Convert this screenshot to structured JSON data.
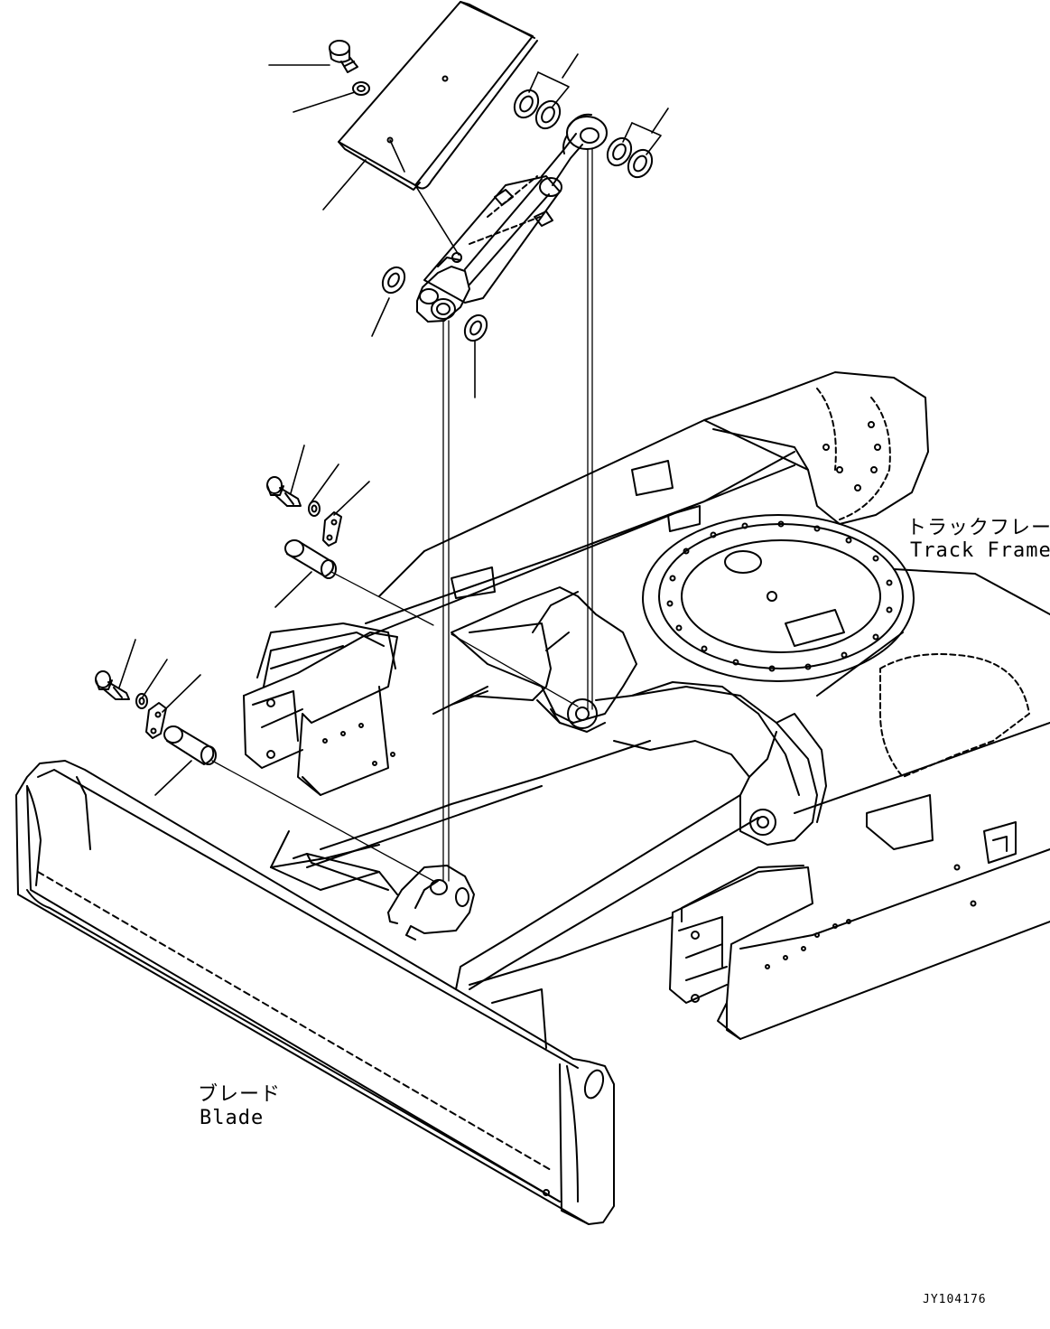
{
  "labels": {
    "track_frame_jp": "トラックフレーム",
    "track_frame_en": "Track Frame",
    "blade_jp": "ブレード",
    "blade_en": "Blade"
  },
  "drawing_number": "JY104176"
}
